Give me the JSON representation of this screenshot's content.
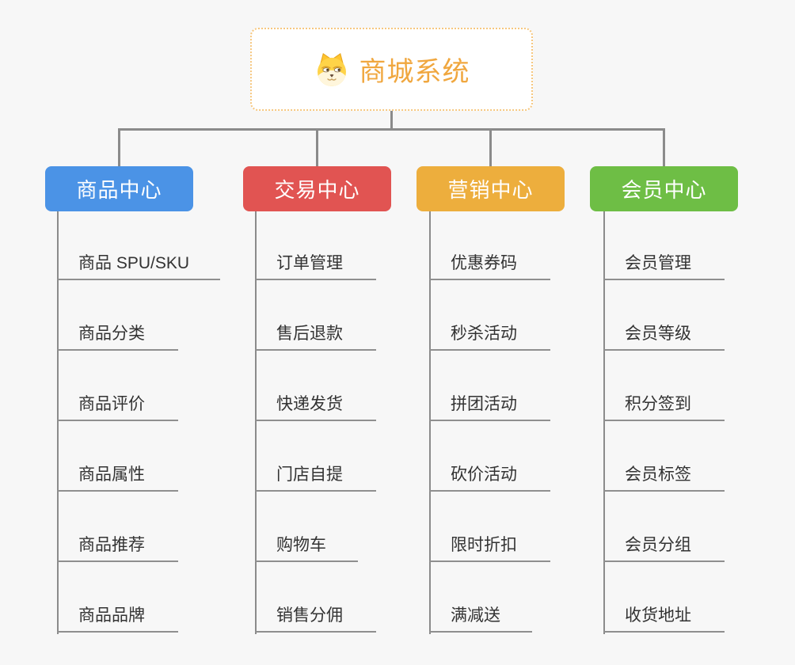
{
  "page": {
    "background_color": "#f7f7f7",
    "line_color": "#8b8b8b"
  },
  "root": {
    "title": "商城系统",
    "icon": "dog-face-icon",
    "text_color": "#f0a73f",
    "border_color": "#f6c77f"
  },
  "branches": [
    {
      "label": "商品中心",
      "color": "#4b93e6",
      "children": [
        "商品 SPU/SKU",
        "商品分类",
        "商品评价",
        "商品属性",
        "商品推荐",
        "商品品牌"
      ]
    },
    {
      "label": "交易中心",
      "color": "#e15452",
      "children": [
        "订单管理",
        "售后退款",
        "快递发货",
        "门店自提",
        "购物车",
        "销售分佣"
      ]
    },
    {
      "label": "营销中心",
      "color": "#edae3d",
      "children": [
        "优惠券码",
        "秒杀活动",
        "拼团活动",
        "砍价活动",
        "限时折扣",
        "满减送"
      ]
    },
    {
      "label": "会员中心",
      "color": "#6ebe45",
      "children": [
        "会员管理",
        "会员等级",
        "积分签到",
        "会员标签",
        "会员分组",
        "收货地址"
      ]
    }
  ]
}
